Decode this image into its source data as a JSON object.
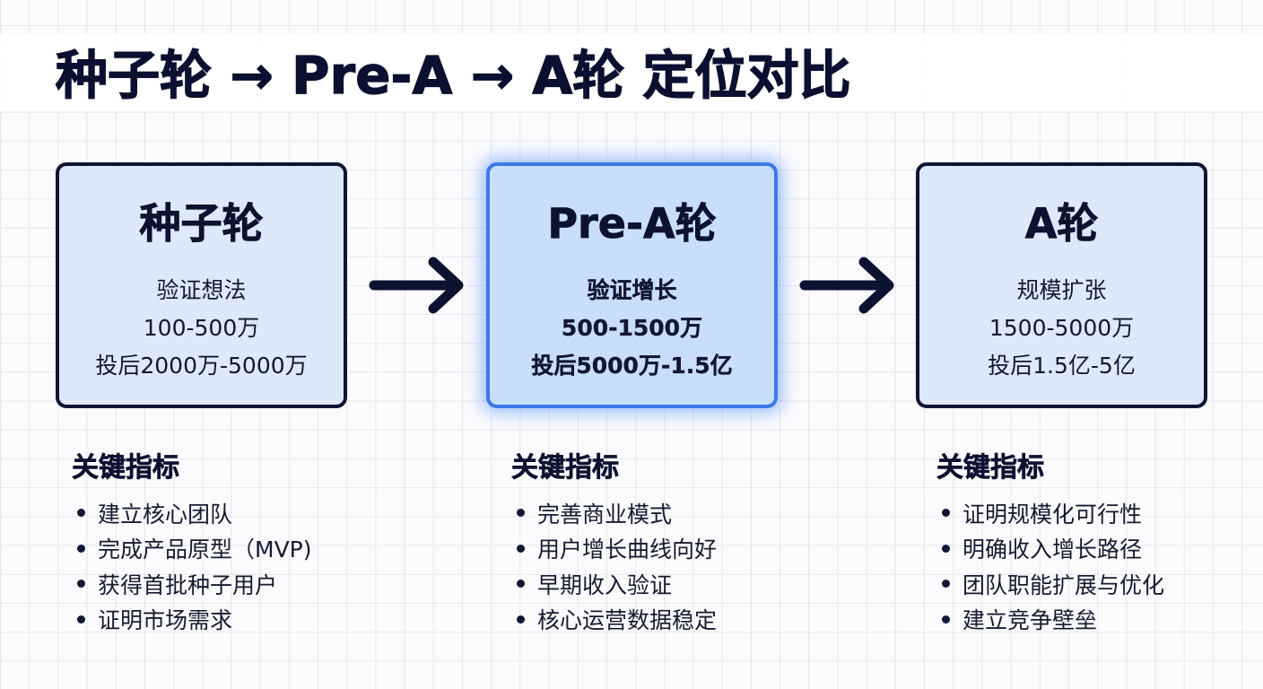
{
  "title": "种子轮 → Pre-A → A轮 定位对比",
  "colors": {
    "text": "#0d1230",
    "card_background": "#dde8fb",
    "card_border": "#0f1433",
    "highlight_background": "#c9defb",
    "highlight_border": "#3b7ae6",
    "grid_line": "#e6e7ec"
  },
  "stages": [
    {
      "name": "种子轮",
      "highlighted": false,
      "goal": "验证想法",
      "financing_amount": "100-500万",
      "post_money_valuation": "投后2000万-5000万",
      "metrics_title": "关键指标",
      "metrics": [
        "建立核心团队",
        "完成产品原型（MVP)",
        "获得首批种子用户",
        "证明市场需求"
      ]
    },
    {
      "name": "Pre-A轮",
      "highlighted": true,
      "goal": "验证增长",
      "financing_amount": "500-1500万",
      "post_money_valuation": "投后5000万-1.5亿",
      "metrics_title": "关键指标",
      "metrics": [
        "完善商业模式",
        "用户增长曲线向好",
        "早期收入验证",
        "核心运营数据稳定"
      ]
    },
    {
      "name": "A轮",
      "highlighted": false,
      "goal": "规模扩张",
      "financing_amount": "1500-5000万",
      "post_money_valuation": "投后1.5亿-5亿",
      "metrics_title": "关键指标",
      "metrics": [
        "证明规模化可行性",
        "明确收入增长路径",
        "团队职能扩展与优化",
        "建立竞争壁垒"
      ]
    }
  ],
  "connectors": [
    {
      "from": "种子轮",
      "to": "Pre-A轮",
      "icon": "arrow-right-icon"
    },
    {
      "from": "Pre-A轮",
      "to": "A轮",
      "icon": "arrow-right-icon"
    }
  ]
}
